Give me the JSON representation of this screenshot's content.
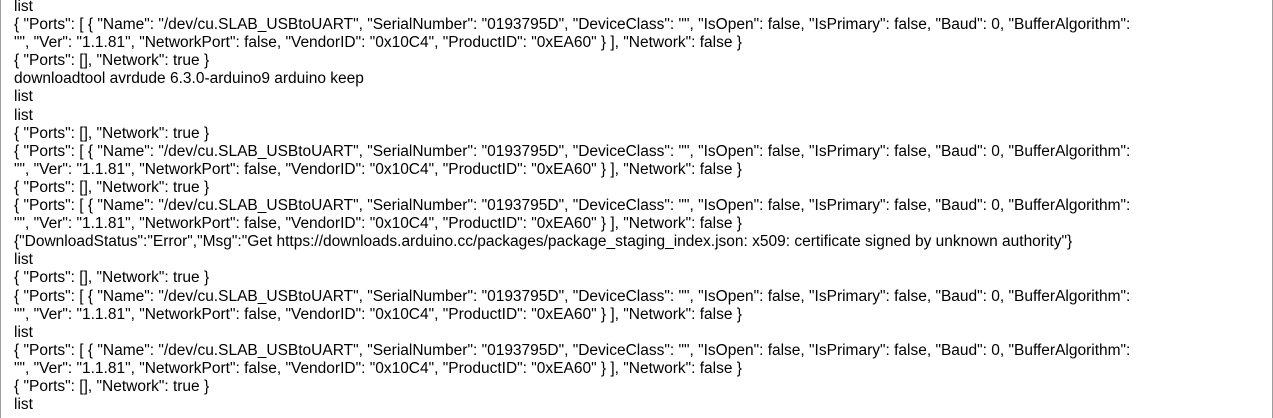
{
  "log": {
    "lines": [
      "list",
      "{ \"Ports\": [ { \"Name\": \"/dev/cu.SLAB_USBtoUART\", \"SerialNumber\": \"0193795D\", \"DeviceClass\": \"\", \"IsOpen\": false, \"IsPrimary\": false, \"Baud\": 0, \"BufferAlgorithm\":",
      "\"\", \"Ver\": \"1.1.81\", \"NetworkPort\": false, \"VendorID\": \"0x10C4\", \"ProductID\": \"0xEA60\" } ], \"Network\": false }",
      "{ \"Ports\": [], \"Network\": true }",
      "downloadtool avrdude 6.3.0-arduino9 arduino keep",
      "list",
      "list",
      "{ \"Ports\": [], \"Network\": true }",
      "{ \"Ports\": [ { \"Name\": \"/dev/cu.SLAB_USBtoUART\", \"SerialNumber\": \"0193795D\", \"DeviceClass\": \"\", \"IsOpen\": false, \"IsPrimary\": false, \"Baud\": 0, \"BufferAlgorithm\":",
      "\"\", \"Ver\": \"1.1.81\", \"NetworkPort\": false, \"VendorID\": \"0x10C4\", \"ProductID\": \"0xEA60\" } ], \"Network\": false }",
      "{ \"Ports\": [], \"Network\": true }",
      "{ \"Ports\": [ { \"Name\": \"/dev/cu.SLAB_USBtoUART\", \"SerialNumber\": \"0193795D\", \"DeviceClass\": \"\", \"IsOpen\": false, \"IsPrimary\": false, \"Baud\": 0, \"BufferAlgorithm\":",
      "\"\", \"Ver\": \"1.1.81\", \"NetworkPort\": false, \"VendorID\": \"0x10C4\", \"ProductID\": \"0xEA60\" } ], \"Network\": false }",
      "{\"DownloadStatus\":\"Error\",\"Msg\":\"Get https://downloads.arduino.cc/packages/package_staging_index.json: x509: certificate signed by unknown authority\"}",
      "list",
      "{ \"Ports\": [], \"Network\": true }",
      "{ \"Ports\": [ { \"Name\": \"/dev/cu.SLAB_USBtoUART\", \"SerialNumber\": \"0193795D\", \"DeviceClass\": \"\", \"IsOpen\": false, \"IsPrimary\": false, \"Baud\": 0, \"BufferAlgorithm\":",
      "\"\", \"Ver\": \"1.1.81\", \"NetworkPort\": false, \"VendorID\": \"0x10C4\", \"ProductID\": \"0xEA60\" } ], \"Network\": false }",
      "list",
      "{ \"Ports\": [ { \"Name\": \"/dev/cu.SLAB_USBtoUART\", \"SerialNumber\": \"0193795D\", \"DeviceClass\": \"\", \"IsOpen\": false, \"IsPrimary\": false, \"Baud\": 0, \"BufferAlgorithm\":",
      "\"\", \"Ver\": \"1.1.81\", \"NetworkPort\": false, \"VendorID\": \"0x10C4\", \"ProductID\": \"0xEA60\" } ], \"Network\": false }",
      "{ \"Ports\": [], \"Network\": true }",
      "list"
    ]
  },
  "colors": {
    "background": "#ffffff",
    "text": "#000000",
    "border": "#9c9c9c"
  }
}
